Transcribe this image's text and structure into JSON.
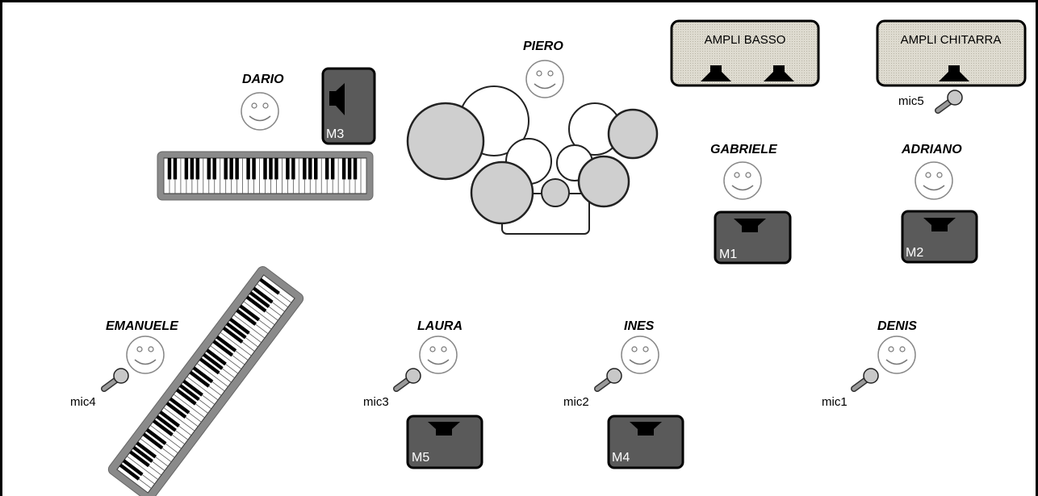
{
  "musicians": {
    "dario": "DARIO",
    "piero": "PIERO",
    "gabriele": "GABRIELE",
    "adriano": "ADRIANO",
    "emanuele": "EMANUELE",
    "laura": "LAURA",
    "ines": "INES",
    "denis": "DENIS"
  },
  "amplifiers": {
    "bass": "AMPLI BASSO",
    "guitar": "AMPLI CHITARRA"
  },
  "monitors": {
    "m1": "M1",
    "m2": "M2",
    "m3": "M3",
    "m4": "M4",
    "m5": "M5"
  },
  "microphones": {
    "mic1": "mic1",
    "mic2": "mic2",
    "mic3": "mic3",
    "mic4": "mic4",
    "mic5": "mic5"
  },
  "colors": {
    "border": "#000000",
    "monitor_fill": "#5a5a5a",
    "amp_fill": "#d6d2c4",
    "drum_gray": "#cfcfcf",
    "keyboard_frame": "#8a8a8a"
  },
  "icons": {
    "face": "smiley-face-icon",
    "microphone": "microphone-icon",
    "speaker": "speaker-cone-icon"
  }
}
